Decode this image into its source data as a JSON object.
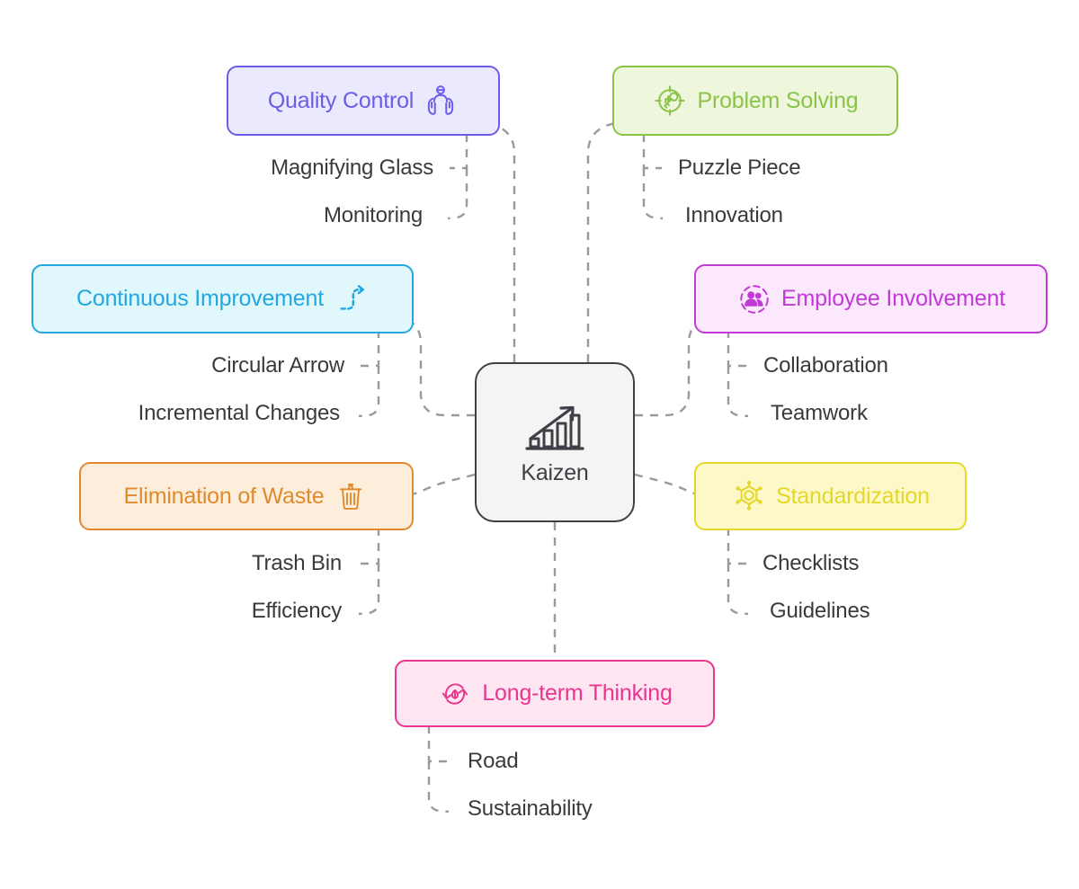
{
  "diagram": {
    "type": "mind-map",
    "center": {
      "label": "Kaizen",
      "icon": "growth-chart-icon",
      "border_color": "#3f3f46",
      "fill_color": "#f4f4f4",
      "text_color": "#3f3f46"
    },
    "branches": [
      {
        "id": "quality-control",
        "label": "Quality Control",
        "icon": "hands-holding-person-icon",
        "icon_side": "right",
        "border_color": "#6c5ce7",
        "fill_color": "#ebe9fd",
        "text_color": "#6c5ce7",
        "children": [
          "Magnifying Glass",
          "Monitoring"
        ]
      },
      {
        "id": "problem-solving",
        "label": "Problem Solving",
        "icon": "target-key-icon",
        "icon_side": "left",
        "border_color": "#8bc34a",
        "fill_color": "#eef7dc",
        "text_color": "#8bc34a",
        "children": [
          "Puzzle Piece",
          "Innovation"
        ]
      },
      {
        "id": "continuous-improvement",
        "label": "Continuous Improvement",
        "icon": "curved-arrow-icon",
        "icon_side": "right",
        "border_color": "#22a7e0",
        "fill_color": "#e0f7fc",
        "text_color": "#22a7e0",
        "children": [
          "Circular Arrow",
          "Incremental Changes"
        ]
      },
      {
        "id": "employee-involvement",
        "label": "Employee Involvement",
        "icon": "people-group-circle-icon",
        "icon_side": "left",
        "border_color": "#c13ad6",
        "fill_color": "#fbe8fc",
        "text_color": "#c13ad6",
        "children": [
          "Collaboration",
          "Teamwork"
        ]
      },
      {
        "id": "elimination-of-waste",
        "label": "Elimination of Waste",
        "icon": "trash-bin-icon",
        "icon_side": "right",
        "border_color": "#e08a2e",
        "fill_color": "#fdeedb",
        "text_color": "#e08a2e",
        "children": [
          "Trash Bin",
          "Efficiency"
        ]
      },
      {
        "id": "standardization",
        "label": "Standardization",
        "icon": "gear-star-icon",
        "icon_side": "left",
        "border_color": "#e3d82a",
        "fill_color": "#fdf8c8",
        "text_color": "#e3d82a",
        "children": [
          "Checklists",
          "Guidelines"
        ]
      },
      {
        "id": "long-term-thinking",
        "label": "Long-term Thinking",
        "icon": "recycle-leaf-icon",
        "icon_side": "left",
        "border_color": "#e8368f",
        "fill_color": "#fde6f2",
        "text_color": "#e8368f",
        "children": [
          "Road",
          "Sustainability"
        ]
      }
    ],
    "connector_color": "#9a9a9a"
  }
}
